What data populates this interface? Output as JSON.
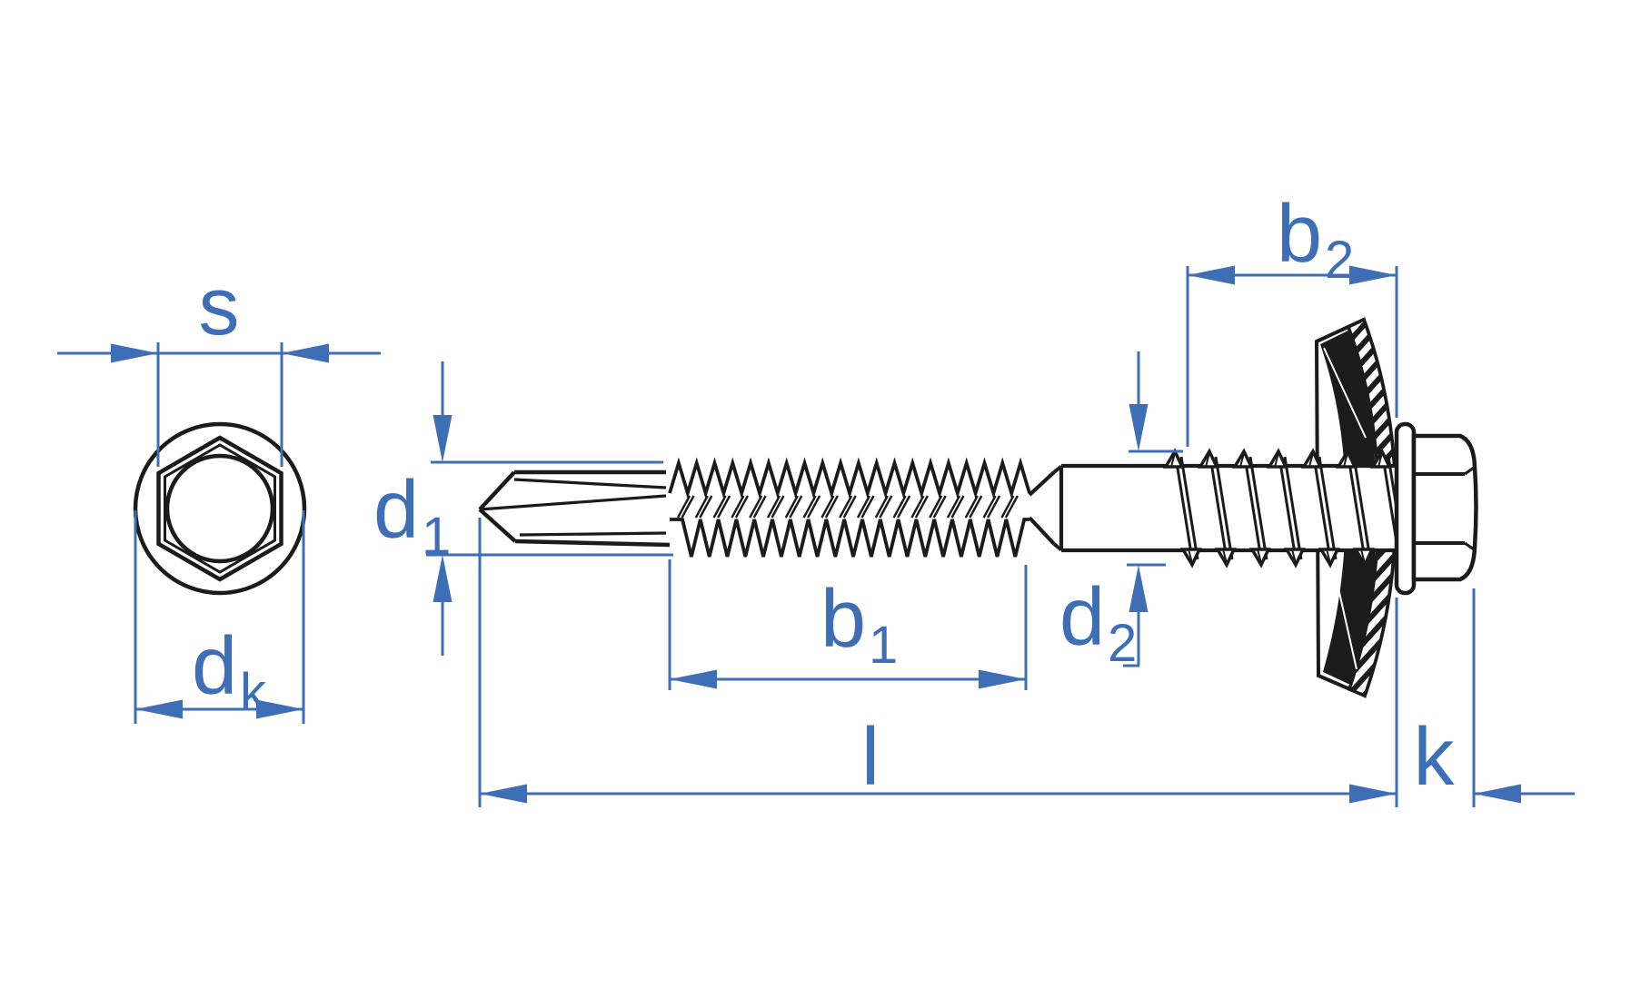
{
  "drawing": {
    "kind": "dimensioned technical drawing of self-drilling screw",
    "views": {
      "front_view": {
        "shapes": [
          "washer-outer-circle",
          "hex-outline",
          "hex-chamfer-outline",
          "chamfer-circle"
        ]
      },
      "side_view": {
        "parts": [
          "drill-point",
          "main-thread",
          "shank",
          "support-thread",
          "sealing-washer",
          "flange-washer",
          "hex-head"
        ]
      }
    }
  },
  "dimensions": {
    "s": {
      "base": "s",
      "sub": ""
    },
    "dk": {
      "base": "d",
      "sub": "k"
    },
    "d1": {
      "base": "d",
      "sub": "1"
    },
    "b1": {
      "base": "b",
      "sub": "1"
    },
    "d2": {
      "base": "d",
      "sub": "2"
    },
    "b2": {
      "base": "b",
      "sub": "2"
    },
    "l": {
      "base": "l",
      "sub": ""
    },
    "k": {
      "base": "k",
      "sub": ""
    }
  },
  "colors": {
    "background": "#ffffff",
    "line": "#1b1b1b",
    "dimension": "#3e6eb5"
  }
}
